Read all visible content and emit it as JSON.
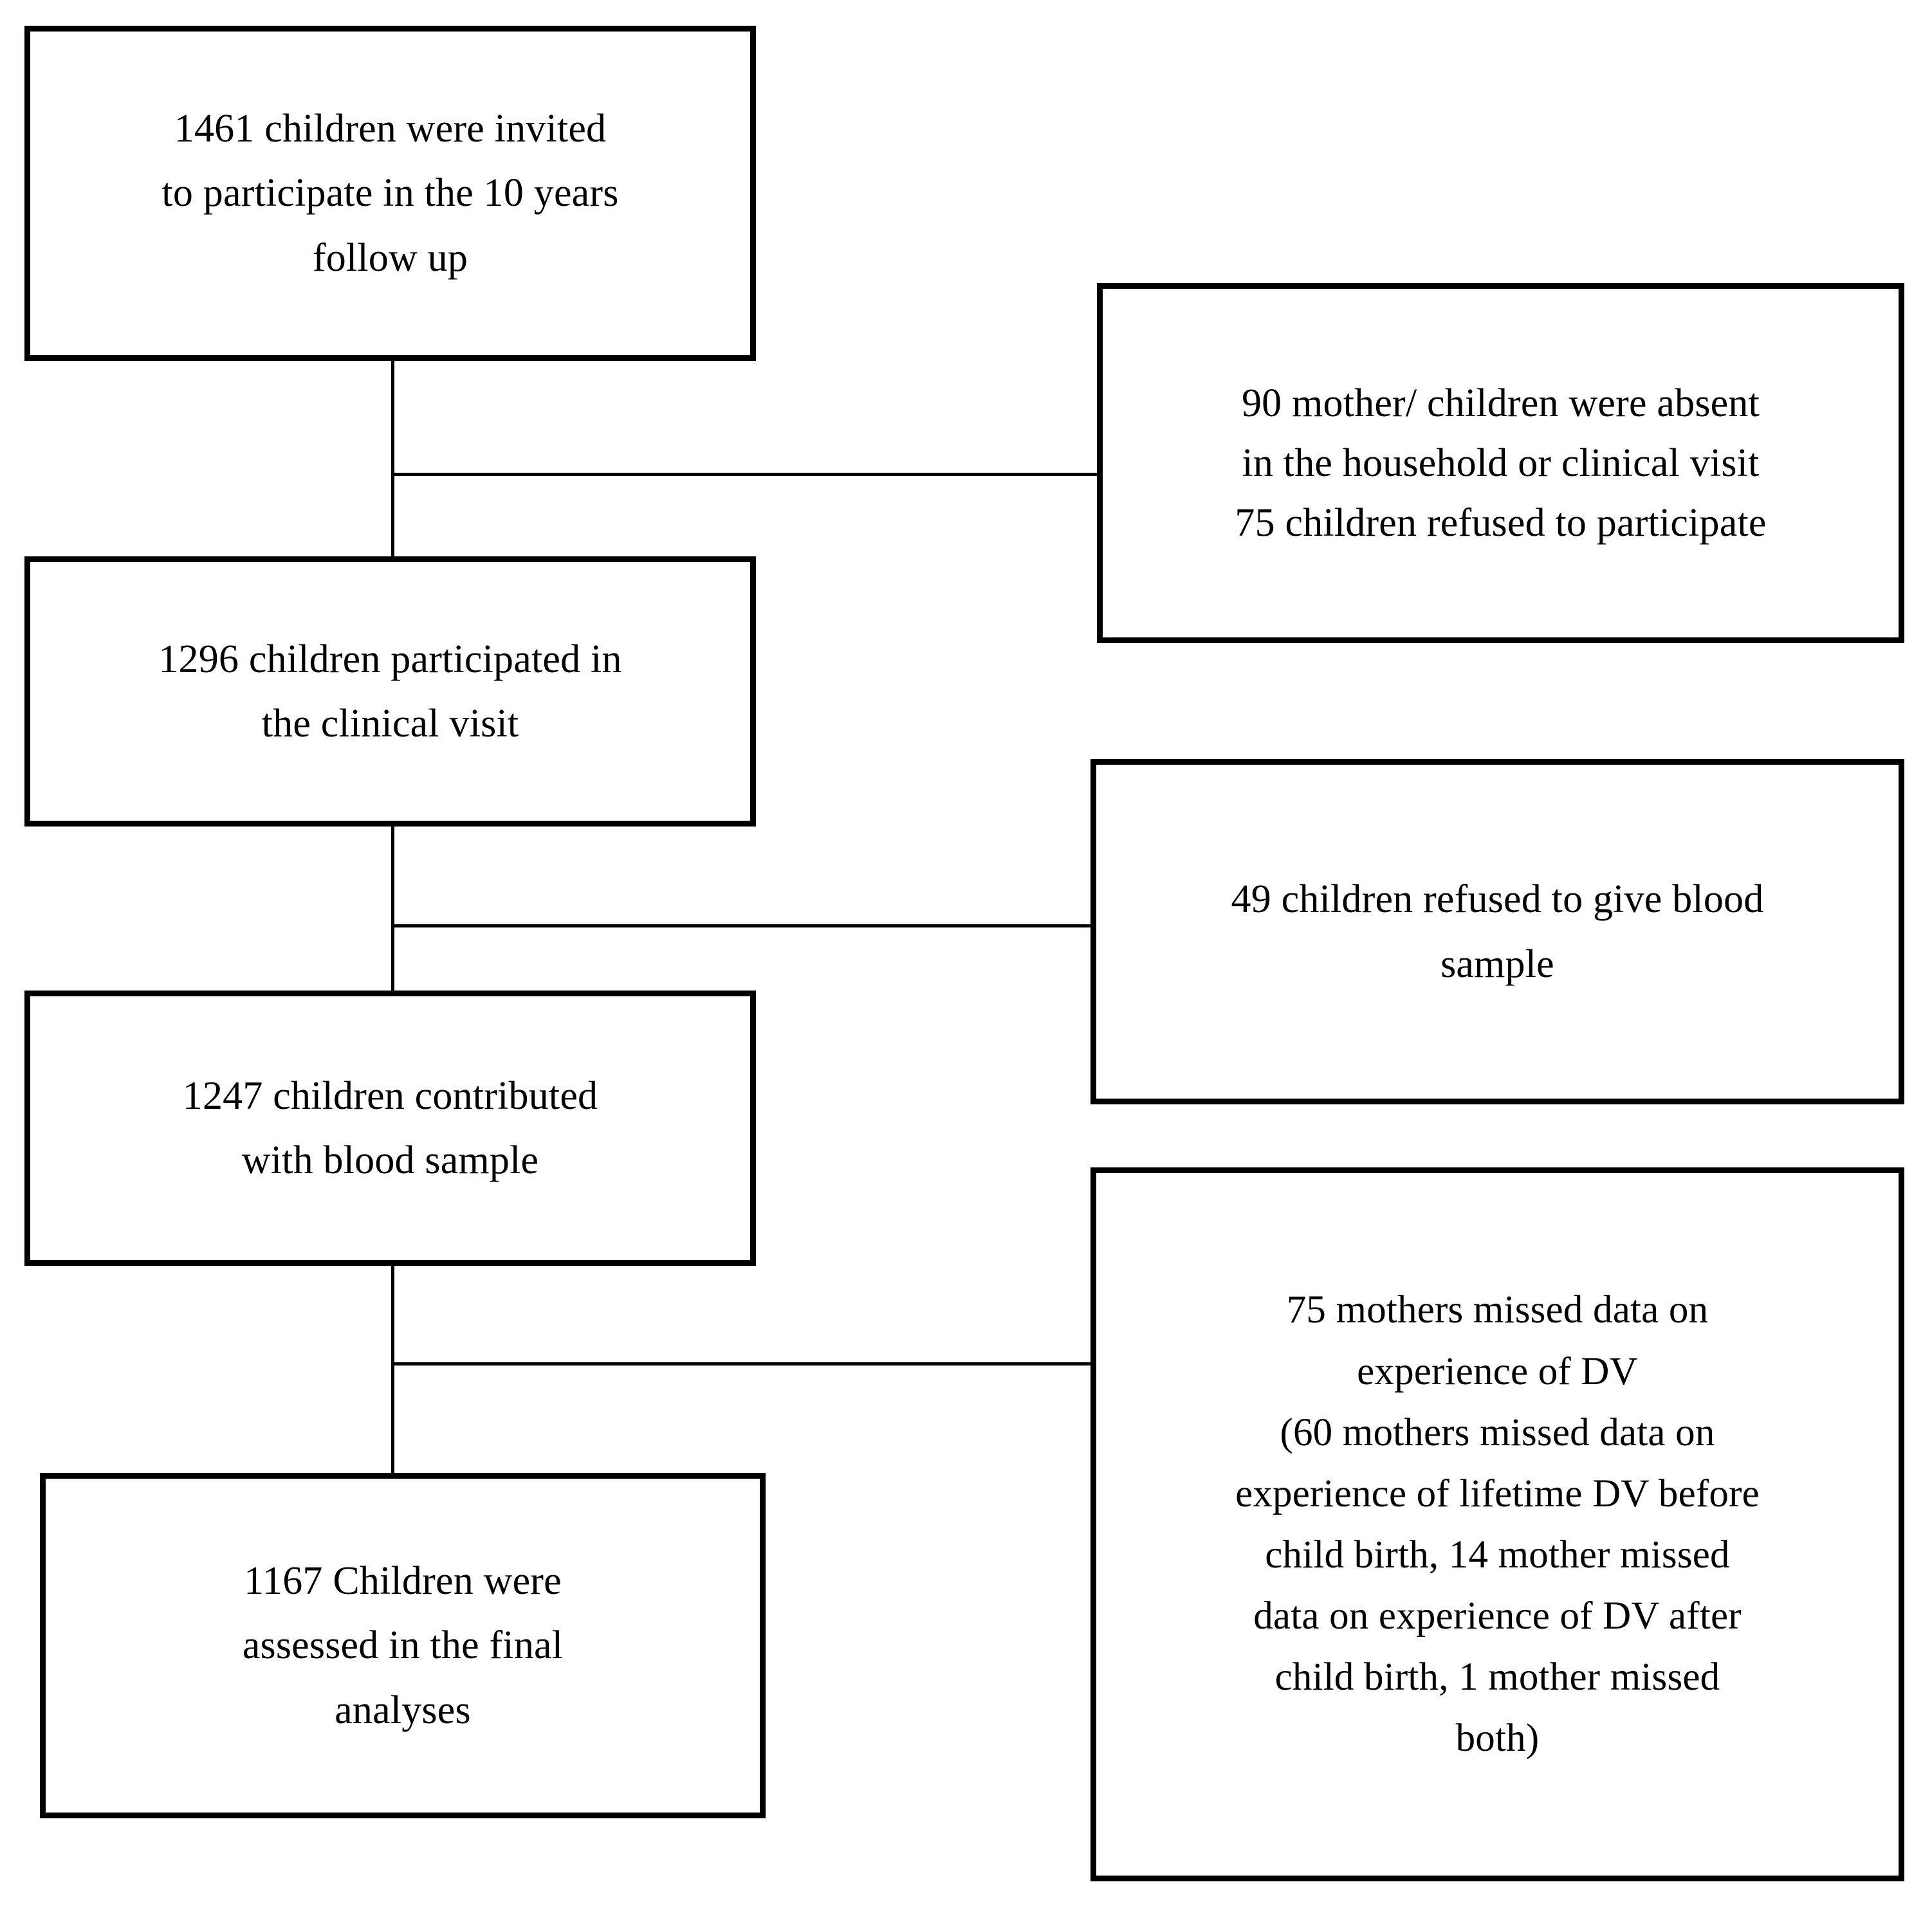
{
  "diagram": {
    "title": "Participant flow diagram",
    "type": "flowchart",
    "stroke_color": "#000000",
    "background_color": "#ffffff",
    "nodes": {
      "invited": {
        "name": "1461 children were invited to participate in the 10 years follow up",
        "count": 1461,
        "lines": [
          "1461 children were invited",
          "to participate in the 10 years",
          "follow up"
        ]
      },
      "absent": {
        "name": "90 mother/ children were absent in the household or clinical visit; 75 children refused to participate",
        "lines": [
          "90 mother/ children were absent",
          "in the household or clinical visit",
          "75 children refused to participate"
        ]
      },
      "participated": {
        "name": "1296 children participated in the clinical visit",
        "count": 1296,
        "lines": [
          "1296 children participated in",
          "the clinical visit"
        ]
      },
      "refused_blood": {
        "name": "49 children refused to give blood sample",
        "lines": [
          "49 children refused to give blood",
          "sample"
        ]
      },
      "blood": {
        "name": "1247 children contributed with blood sample",
        "count": 1247,
        "lines": [
          "1247 children contributed",
          "with blood sample"
        ]
      },
      "missed": {
        "name": "75 mothers missed data on experience of DV",
        "lines": [
          "75 mothers missed data on",
          "experience of DV",
          "(60 mothers missed data on",
          "experience of lifetime DV before",
          "child birth, 14 mother missed",
          "data on experience of DV after",
          "child birth, 1 mother missed",
          "both)"
        ]
      },
      "final": {
        "name": "1167 Children were assessed in the final analyses",
        "count": 1167,
        "lines": [
          "1167 Children were",
          "assessed in the final",
          "analyses"
        ]
      }
    }
  }
}
